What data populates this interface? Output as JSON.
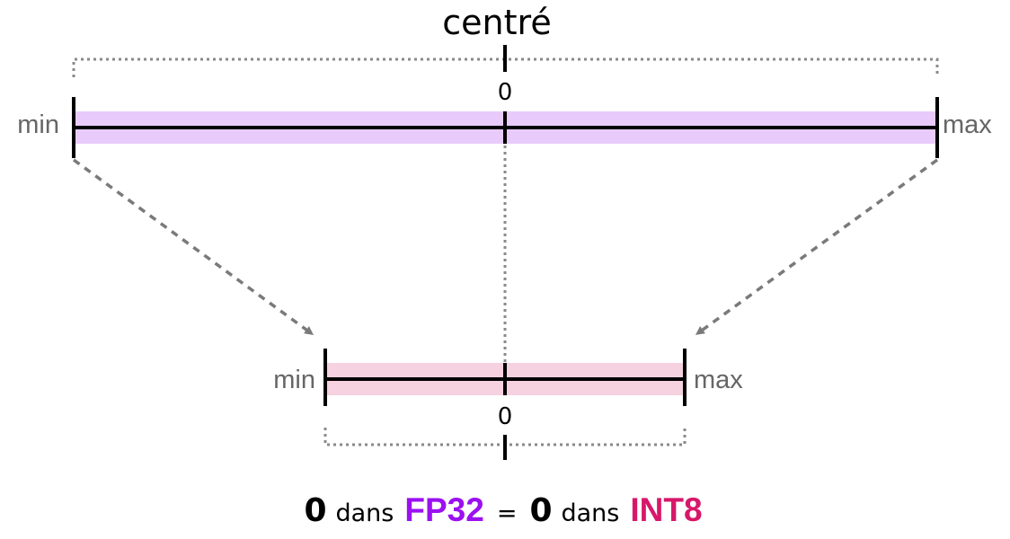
{
  "title": "centré",
  "fp32": {
    "min_label": "min",
    "max_label": "max",
    "zero_label": "0",
    "bar_color": "#e8cbfb"
  },
  "int8": {
    "min_label": "min",
    "max_label": "max",
    "zero_label": "0",
    "bar_color": "#f6d1e0"
  },
  "caption": {
    "zero_left": "0",
    "word_left": "dans",
    "type_left": "FP32",
    "equals": "=",
    "zero_right": "0",
    "word_right": "dans",
    "type_right": "INT8",
    "type_left_color": "#9b10f0",
    "type_right_color": "#d7186a"
  },
  "colors": {
    "bracket": "#8a8a8a",
    "arrow": "#7a7a7a",
    "axis": "#000000"
  }
}
